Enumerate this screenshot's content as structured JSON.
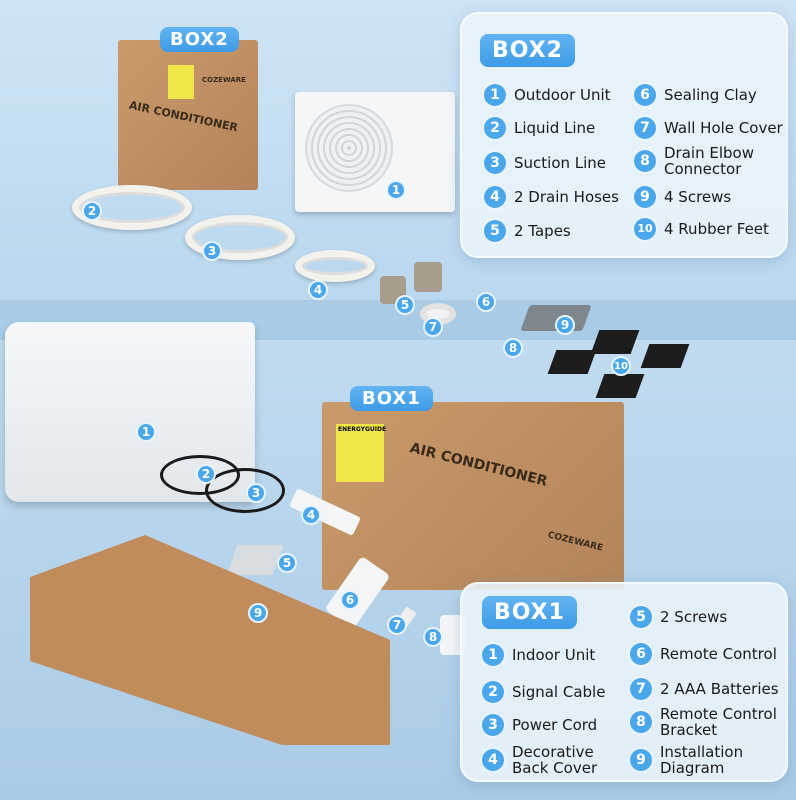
{
  "box2": {
    "title": "BOX2",
    "items": [
      {
        "num": "1",
        "label": "Outdoor Unit"
      },
      {
        "num": "2",
        "label": "Liquid Line"
      },
      {
        "num": "3",
        "label": "Suction Line"
      },
      {
        "num": "4",
        "label": "2 Drain Hoses"
      },
      {
        "num": "5",
        "label": "2 Tapes"
      },
      {
        "num": "6",
        "label": "Sealing Clay"
      },
      {
        "num": "7",
        "label": "Wall Hole Cover"
      },
      {
        "num": "8",
        "label": "Drain Elbow Connector"
      },
      {
        "num": "9",
        "label": "4 Screws"
      },
      {
        "num": "10",
        "label": "4 Rubber Feet"
      }
    ]
  },
  "box1": {
    "title": "BOX1",
    "items": [
      {
        "num": "1",
        "label": "Indoor Unit"
      },
      {
        "num": "2",
        "label": "Signal Cable"
      },
      {
        "num": "3",
        "label": "Power Cord"
      },
      {
        "num": "4",
        "label": "Decorative Back Cover"
      },
      {
        "num": "5",
        "label": "2 Screws"
      },
      {
        "num": "6",
        "label": "Remote Control"
      },
      {
        "num": "7",
        "label": "2 AAA Batteries"
      },
      {
        "num": "8",
        "label": "Remote Control Bracket"
      },
      {
        "num": "9",
        "label": "Installation Diagram"
      }
    ]
  },
  "product": {
    "brand": "COZEWARE",
    "carton_title": "AIR CONDITIONER",
    "energy_label": "ENERGYGUIDE"
  },
  "colors": {
    "accent": "#4aa7ec",
    "background": "#b5d3ec",
    "carton": "#c0905f"
  }
}
